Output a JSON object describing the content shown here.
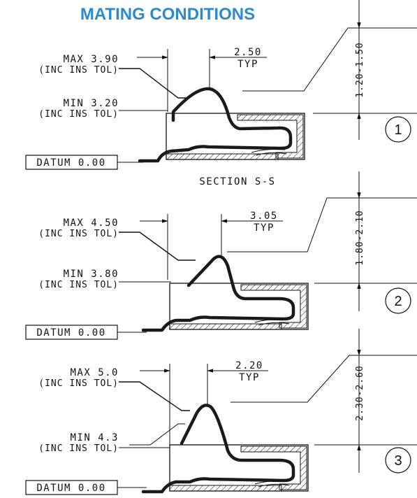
{
  "title": "MATING CONDITIONS",
  "title_color": "#2a8bd0",
  "section_label": "SECTION  S-S",
  "details": [
    {
      "max_label": "MAX 3.90",
      "max_sub": "(INC INS TOL)",
      "min_label": "MIN 3.20",
      "min_sub": "(INC INS TOL)",
      "datum": "DATUM 0.00",
      "typ_value": "2.50",
      "typ_label": "TYP",
      "range": "1.20-1.50",
      "number": "1"
    },
    {
      "max_label": "MAX 4.50",
      "max_sub": "(INC INS TOL)",
      "min_label": "MIN 3.80",
      "min_sub": "(INC INS TOL)",
      "datum": "DATUM 0.00",
      "typ_value": "3.05",
      "typ_label": "TYP",
      "range": "1.80-2.10",
      "number": "2"
    },
    {
      "max_label": "MAX 5.0",
      "max_sub": "(INC INS TOL)",
      "min_label": "MIN 4.3",
      "min_sub": "(INC INS TOL)",
      "datum": "DATUM 0.00",
      "typ_value": "2.20",
      "typ_label": "TYP",
      "range": "2.30-2.60",
      "number": "3"
    }
  ]
}
